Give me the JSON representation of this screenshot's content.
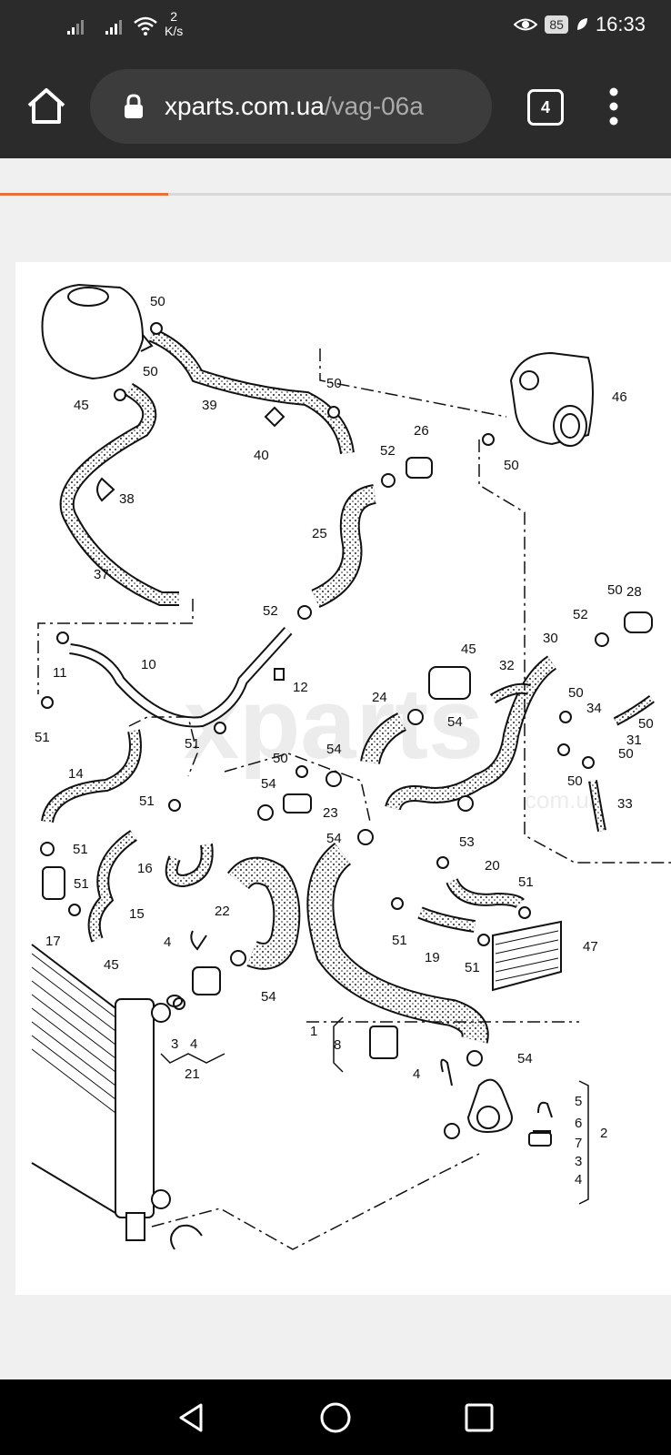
{
  "status_bar": {
    "speed_value": "2",
    "speed_unit": "K/s",
    "battery": "85",
    "time": "16:33"
  },
  "browser": {
    "url_domain": "xparts.com.ua",
    "url_path": "/vag-06a",
    "tab_count": "4",
    "page_load_progress": 0.25
  },
  "diagram": {
    "watermark": "xparts",
    "watermark_domain": "com.ua",
    "part_labels": [
      "1",
      "2",
      "3",
      "4",
      "5",
      "6",
      "7",
      "8",
      "10",
      "11",
      "12",
      "14",
      "15",
      "16",
      "17",
      "19",
      "20",
      "21",
      "22",
      "23",
      "24",
      "25",
      "26",
      "28",
      "30",
      "31",
      "32",
      "33",
      "34",
      "37",
      "38",
      "39",
      "40",
      "45",
      "46",
      "47",
      "50",
      "51",
      "52",
      "53",
      "54"
    ]
  },
  "nav_bar": {
    "buttons": [
      "back",
      "home",
      "recents"
    ]
  }
}
